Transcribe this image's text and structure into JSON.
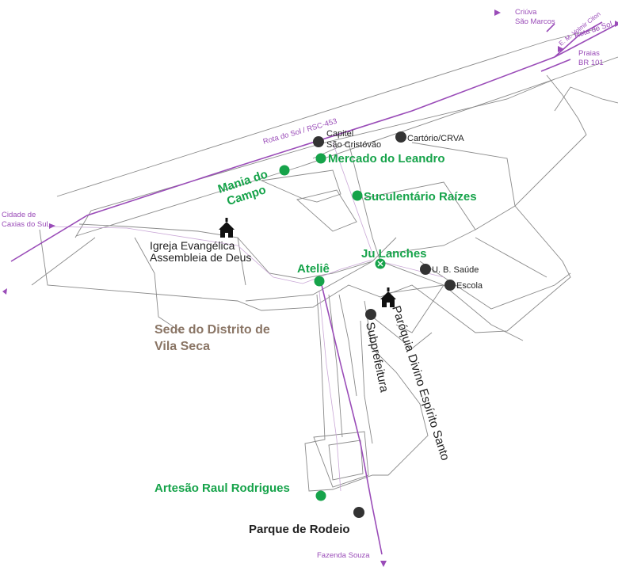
{
  "colors": {
    "highway": "#9a4cb8",
    "business_marker": "#16a34a",
    "service_marker": "#333333",
    "district_label": "#8a7565"
  },
  "highway": {
    "main_road_label": "Rota do Sol / RSC-453",
    "rota_do_sol_label": "Rota do Sol",
    "estrada_label": "E. M. Volmir Citon",
    "to_caxias": "Cidade de Caxias do Sul",
    "to_criuva": "Criúva São Marcos",
    "to_praias": "Praias BR 101",
    "to_fazenda": "Fazenda Souza"
  },
  "district": {
    "line1": "Sede do Distrito de",
    "line2": "Vila Seca"
  },
  "businesses": {
    "mercado": "Mercado do Leandro",
    "mania_line1": "Mania do",
    "mania_line2": "Campo",
    "suculentario": "Suculentário Raízes",
    "ju_lanches": "Ju Lanches",
    "atelie": "Ateliê",
    "artesao": "Artesão Raul Rodrigues"
  },
  "services": {
    "capitel_line1": "Capitel",
    "capitel_line2": "São Cristóvão",
    "cartorio": "Cartório/CRVA",
    "ubs": "U. B. Saúde",
    "escola": "Escola",
    "subprefeitura": "Subprefeitura",
    "parque": "Parque de Rodeio"
  },
  "churches": {
    "igreja_line1": "Igreja Evangélica",
    "igreja_line2": "Assembleia de Deus",
    "paroquia": "Paróquia Divino Espírito Santo"
  },
  "icons": [
    "church-icon",
    "poi-marker",
    "business-marker",
    "arrow-icon"
  ]
}
